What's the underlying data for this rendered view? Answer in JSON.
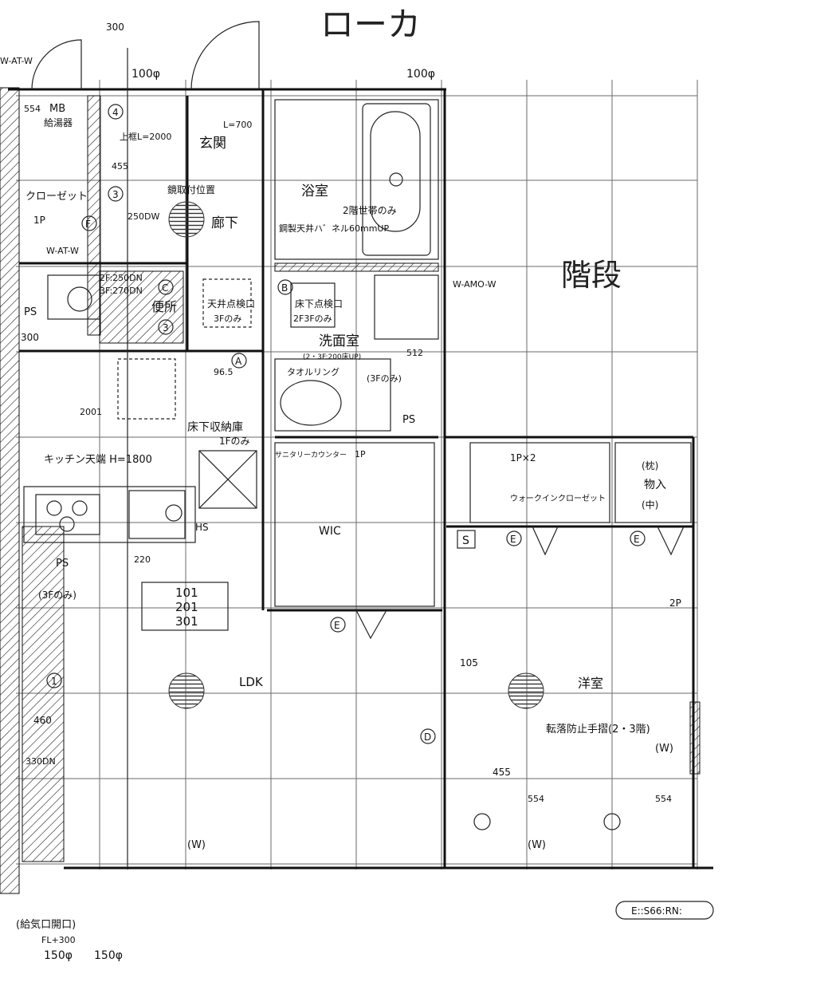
{
  "header": {
    "corridor": "ローカ",
    "stairs": "階段"
  },
  "rooms": {
    "bath": "浴室",
    "bath_note1": "2階世帯のみ",
    "bath_note2": "鋼製天井ハ゛ネル60mmUP",
    "entrance": "玄関",
    "lintel": "上框L=2000",
    "l700": "L=700",
    "hall": "廊下",
    "mirror_pos": "鏡取付位置",
    "closet": "クローゼット",
    "toilet": "便所",
    "toilet_dn": "2F:250DN",
    "toilet_dn2": "3F:270DN",
    "ceiling_hatch": "天井点検口",
    "ceiling_hatch_note": "3Fのみ",
    "floor_hatch": "床下点検口",
    "floor_hatch_note": "2F3Fのみ",
    "washroom": "洗面室",
    "wash_note": "(2・3F:200床UP)",
    "towel": "タオルリング",
    "only3f": "(3Fのみ)",
    "underfloor": "床下収納庫",
    "underfloor_note": "1Fのみ",
    "kitchen_note": "キッチン天端 H=1800",
    "sani": "サニタリーカウンター",
    "wic": "WIC",
    "ldk": "LDK",
    "western": "洋室",
    "fall_rail": "転落防止手摺(2・3階)",
    "storage": "物入",
    "storage_top": "(枕)",
    "storage_mid": "(中)",
    "walk_closet": "ウォークインクローゼット",
    "unit_nos": [
      "101",
      "201",
      "301"
    ],
    "mb": "MB",
    "boiler": "給湯器",
    "ps": "PS",
    "hs": "HS",
    "wat_w": "W-AT-W",
    "woam_w": "W-AMO-W",
    "unit_closet": "1P×2",
    "p1": "1P",
    "p2": "2P",
    "w": "(W)",
    "air_inlet": "(給気口開口)",
    "fl300": "FL+300",
    "pipe_150": "150φ",
    "pipe_100": "100φ",
    "scale": "E::S66:RN:"
  },
  "dims": {
    "d300": "300",
    "d455": "455",
    "d96": "96.5",
    "d2001": "2001",
    "d512": "512",
    "d105": "105",
    "d460": "460",
    "d330": "330DN",
    "d220": "220",
    "d554": "554",
    "d250dw": "250DW"
  },
  "markers": {
    "A": "A",
    "B": "B",
    "C": "C",
    "D": "D",
    "E": "E",
    "F": "F",
    "n1": "1",
    "n3": "3",
    "n4": "4",
    "S": "S"
  }
}
